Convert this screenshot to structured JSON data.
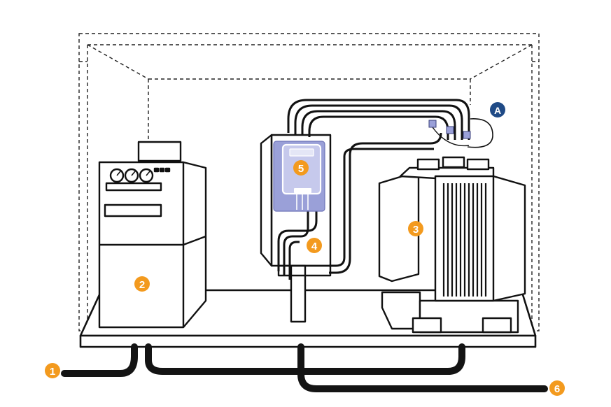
{
  "colors": {
    "line": "#111111",
    "dashed_frame": "#222222",
    "cable": "#141414",
    "badge_orange": "#F39A1E",
    "badge_blue": "#1F4A86",
    "meter_purple": "#9AA0D8",
    "meter_display": "#E4E6F6",
    "background": "#ffffff"
  },
  "markers": [
    {
      "id": "1",
      "label": "1",
      "color": "#F39A1E",
      "icon": "numbered-circle"
    },
    {
      "id": "2",
      "label": "2",
      "color": "#F39A1E",
      "icon": "numbered-circle"
    },
    {
      "id": "3",
      "label": "3",
      "color": "#F39A1E",
      "icon": "numbered-circle"
    },
    {
      "id": "4",
      "label": "4",
      "color": "#F39A1E",
      "icon": "numbered-circle"
    },
    {
      "id": "5",
      "label": "5",
      "color": "#F39A1E",
      "icon": "numbered-circle"
    },
    {
      "id": "6",
      "label": "6",
      "color": "#F39A1E",
      "icon": "numbered-circle"
    },
    {
      "id": "A",
      "label": "A",
      "color": "#1F4A86",
      "icon": "lettered-circle"
    }
  ]
}
